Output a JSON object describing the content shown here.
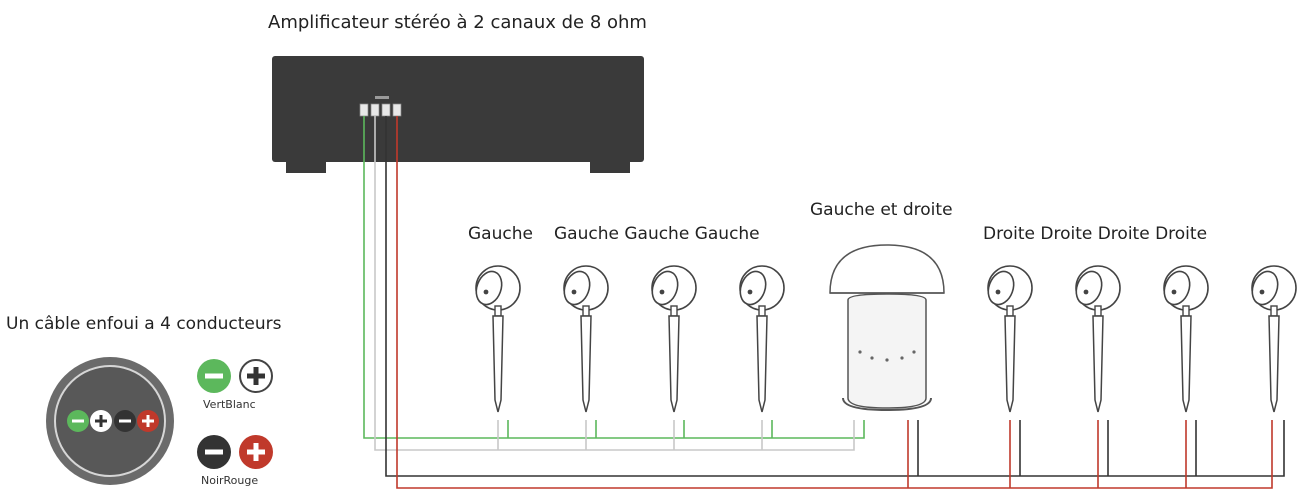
{
  "amplifier": {
    "title": "Amplificateur stéréo à 2 canaux de 8 ohm"
  },
  "speaker_labels": {
    "left_1": "Gauche",
    "left_group": "Gauche Gauche Gauche",
    "center": "Gauche et droite",
    "right_group": "Droite Droite Droite Droite"
  },
  "cable": {
    "title": "Un câble enfoui a 4 conducteurs",
    "pair_1_label": "VertBlanc",
    "pair_2_label": "NoirRouge"
  },
  "colors": {
    "green": "#5cb85c",
    "white_wire": "#c8c8c8",
    "black": "#333333",
    "red": "#c0392b",
    "amp_body": "#3a3a3a"
  }
}
